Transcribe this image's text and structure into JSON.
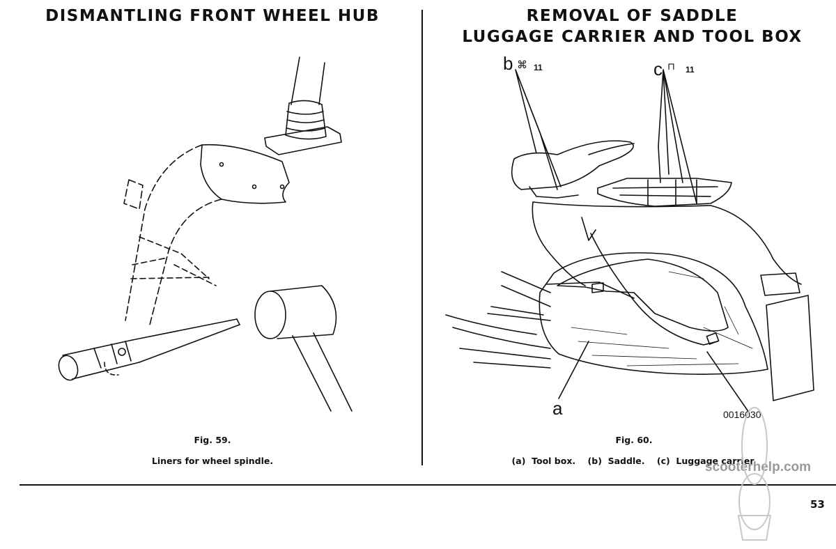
{
  "left": {
    "title": "DISMANTLING FRONT WHEEL HUB",
    "figure_number": "Fig. 59.",
    "caption": "Liners for wheel spindle."
  },
  "right": {
    "title_line1": "REMOVAL OF SADDLE",
    "title_line2": "LUGGAGE CARRIER AND TOOL BOX",
    "figure_number": "Fig. 60.",
    "caption": "(a)  Tool box.    (b)  Saddle.    (c)  Luggage carrier.",
    "callouts": {
      "b": "b",
      "b_size": "11",
      "c": "c",
      "c_size": "11",
      "a": "a"
    },
    "part_number": "0016030"
  },
  "page_number": "53",
  "watermark": "scooterhelp.com"
}
